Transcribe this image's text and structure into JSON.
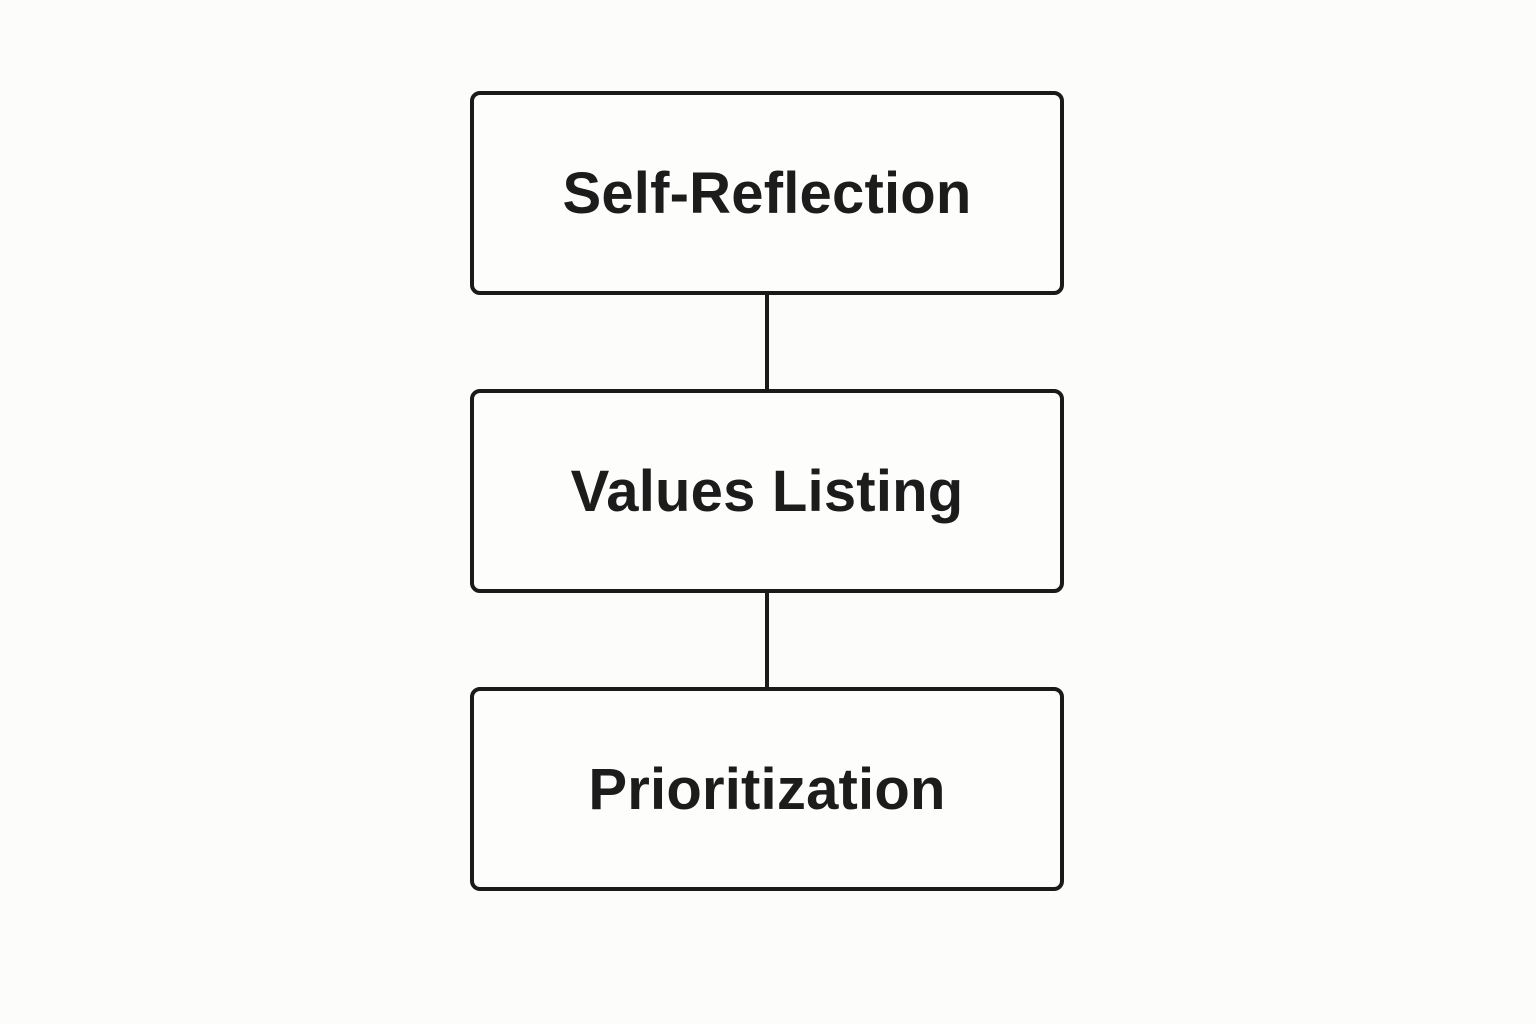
{
  "diagram": {
    "nodes": [
      {
        "label": "Self-Reflection"
      },
      {
        "label": "Values Listing"
      },
      {
        "label": "Prioritization"
      }
    ],
    "edges": [
      {
        "from": "Self-Reflection",
        "to": "Values Listing"
      },
      {
        "from": "Values Listing",
        "to": "Prioritization"
      }
    ],
    "colors": {
      "background": "#fcfcfa",
      "stroke": "#1a1a1a",
      "text": "#1c1c1c"
    }
  }
}
